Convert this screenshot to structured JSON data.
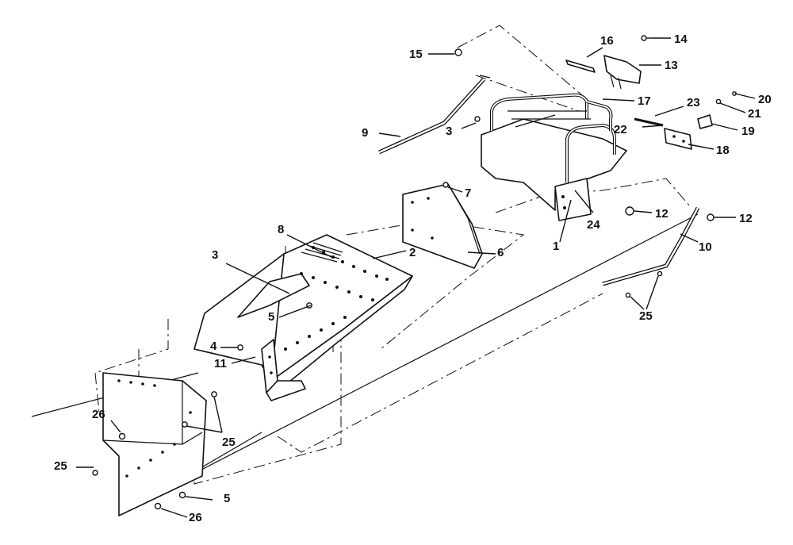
{
  "callouts": [
    {
      "id": "c1",
      "label": "1"
    },
    {
      "id": "c2",
      "label": "2"
    },
    {
      "id": "c3a",
      "label": "3"
    },
    {
      "id": "c3b",
      "label": "3"
    },
    {
      "id": "c4",
      "label": "4"
    },
    {
      "id": "c5a",
      "label": "5"
    },
    {
      "id": "c5b",
      "label": "5"
    },
    {
      "id": "c6",
      "label": "6"
    },
    {
      "id": "c7",
      "label": "7"
    },
    {
      "id": "c8",
      "label": "8"
    },
    {
      "id": "c9",
      "label": "9"
    },
    {
      "id": "c10",
      "label": "10"
    },
    {
      "id": "c11",
      "label": "11"
    },
    {
      "id": "c12a",
      "label": "12"
    },
    {
      "id": "c12b",
      "label": "12"
    },
    {
      "id": "c13",
      "label": "13"
    },
    {
      "id": "c14",
      "label": "14"
    },
    {
      "id": "c15",
      "label": "15"
    },
    {
      "id": "c16",
      "label": "16"
    },
    {
      "id": "c17",
      "label": "17"
    },
    {
      "id": "c18",
      "label": "18"
    },
    {
      "id": "c19",
      "label": "19"
    },
    {
      "id": "c20",
      "label": "20"
    },
    {
      "id": "c21",
      "label": "21"
    },
    {
      "id": "c22",
      "label": "22"
    },
    {
      "id": "c23",
      "label": "23"
    },
    {
      "id": "c24",
      "label": "24"
    },
    {
      "id": "c25a",
      "label": "25"
    },
    {
      "id": "c25b",
      "label": "25"
    },
    {
      "id": "c25c",
      "label": "25"
    },
    {
      "id": "c26a",
      "label": "26"
    },
    {
      "id": "c26b",
      "label": "26"
    }
  ]
}
